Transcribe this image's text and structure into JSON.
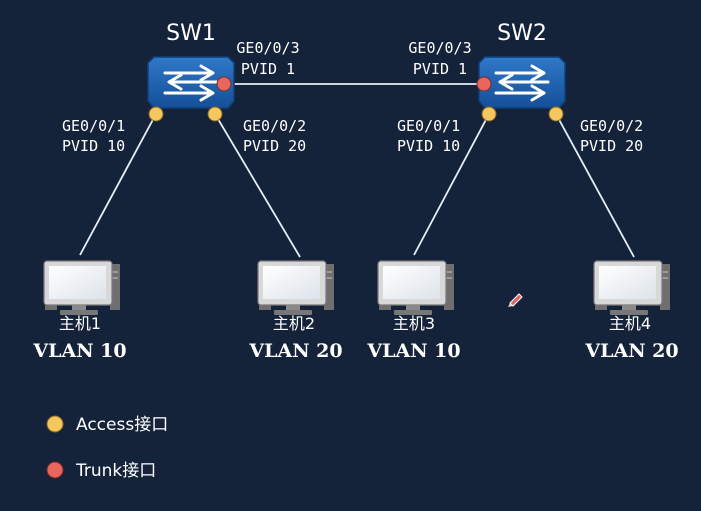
{
  "colors": {
    "background": "#15233a",
    "access_port": "#f6c75e",
    "trunk_port": "#e8665e",
    "switch_body": "#1e5fae",
    "link": "#e8eef5"
  },
  "switches": [
    {
      "name": "SW1",
      "icon": "switch-icon"
    },
    {
      "name": "SW2",
      "icon": "switch-icon"
    }
  ],
  "ports": {
    "sw1_ge3": {
      "name": "GE0/0/3",
      "pvid": "PVID 1",
      "type": "trunk"
    },
    "sw1_ge1": {
      "name": "GE0/0/1",
      "pvid": "PVID 10",
      "type": "access"
    },
    "sw1_ge2": {
      "name": "GE0/0/2",
      "pvid": "PVID 20",
      "type": "access"
    },
    "sw2_ge3": {
      "name": "GE0/0/3",
      "pvid": "PVID 1",
      "type": "trunk"
    },
    "sw2_ge1": {
      "name": "GE0/0/1",
      "pvid": "PVID 10",
      "type": "access"
    },
    "sw2_ge2": {
      "name": "GE0/0/2",
      "pvid": "PVID 20",
      "type": "access"
    }
  },
  "hosts": [
    {
      "name": "主机1",
      "vlan": "VLAN 10",
      "icon": "computer-icon"
    },
    {
      "name": "主机2",
      "vlan": "VLAN 20",
      "icon": "computer-icon"
    },
    {
      "name": "主机3",
      "vlan": "VLAN 10",
      "icon": "computer-icon"
    },
    {
      "name": "主机4",
      "vlan": "VLAN 20",
      "icon": "computer-icon"
    }
  ],
  "legend": {
    "access": "Access接口",
    "trunk": "Trunk接口"
  }
}
